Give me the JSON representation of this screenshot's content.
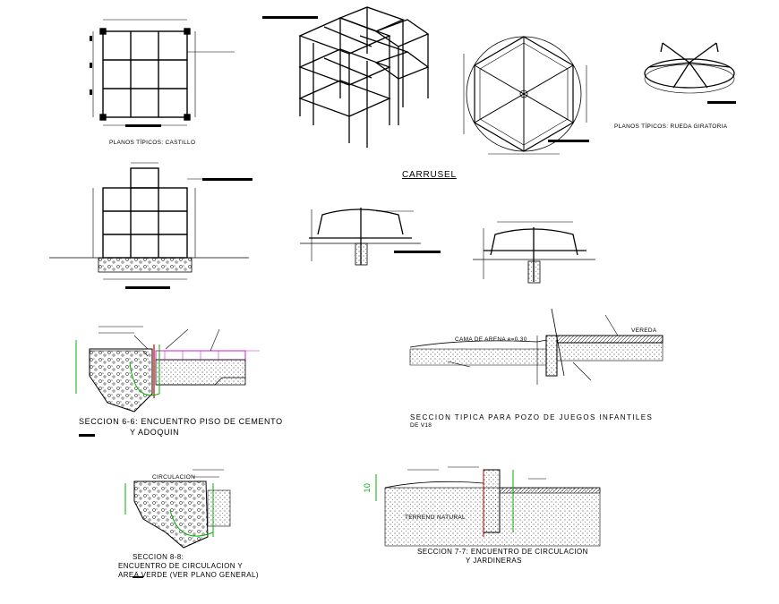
{
  "sheet": {
    "title": "CARRUSEL",
    "labels": {
      "castillo": "PLANOS TÍPICOS: CASTILLO",
      "rueda": "PLANOS TÍPICOS: RUEDA GIRATORIA",
      "sec66_line1": "SECCION 6-6: ENCUENTRO PISO DE CEMENTO",
      "sec66_line2": "Y ADOQUIN",
      "sec_pozo_line1": "SECCION TIPICA PARA POZO DE JUEGOS INFANTILES",
      "sec_pozo_line2": "DE V18",
      "sec88_line1": "SECCION 8-8:",
      "sec88_line2": "ENCUENTRO DE CIRCULACION Y",
      "sec88_line3": "AREA VERDE (VER PLANO GENERAL)",
      "sec77_line1": "SECCION 7-7: ENCUENTRO DE CIRCULACION",
      "sec77_line2": "Y JARDINERAS",
      "cama_arena": "CAMA DE ARENA e=0.30",
      "vereda": "VEREDA",
      "circulacion": "CIRCULACION",
      "terreno_natural": "TERRENO NATURAL",
      "dim_10": "10"
    }
  },
  "colors": {
    "line": "#000000",
    "accent_green": "#00b000",
    "accent_magenta": "#d020d0",
    "accent_red": "#d00000"
  }
}
